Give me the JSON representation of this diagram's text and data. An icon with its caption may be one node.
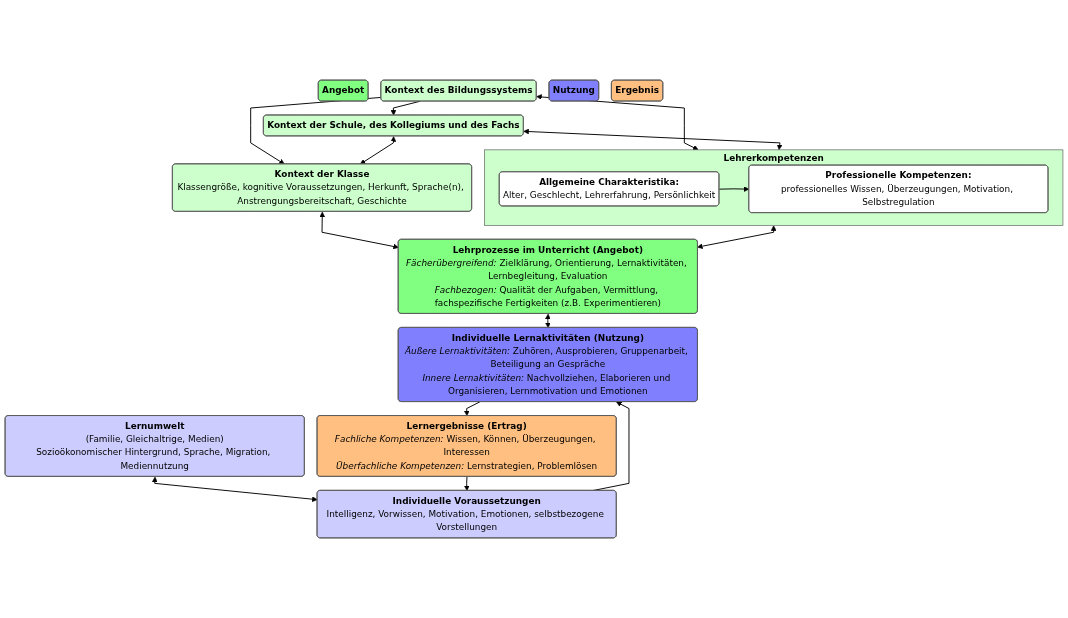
{
  "diagram": {
    "nodes": [
      {
        "text": [
          "Angebot"
        ]
      },
      {
        "text": [
          "Kontext des Bildungssystems"
        ]
      },
      {
        "text": [
          "Kontext der Schule, des Kollegiums und des Fachs"
        ]
      },
      {
        "text": [
          "Lehrerkompetenzen"
        ]
      },
      {
        "text": [
          "Allgemeine Charakteristika:",
          "Alter, Geschlecht, Lehrerfahrung, Persönlichkeit"
        ],
        "in": 3
      },
      {
        "text": [
          "Professionelle Kompetenzen:",
          "professionelles Wissen, Überzeugungen, Motivation, Selbstregulation"
        ],
        "in": 3
      },
      {
        "text": [
          "Kontext der Klasse",
          "Klassengröße, kognitive Voraussetzungen, Herkunft, Sprache(n), Anstrengungsbereitschaft, Geschichte"
        ]
      },
      {
        "text": [
          "Lehrprozesse im Unterricht (Angebot)",
          "*Fächerübergreifend:* Zielklärung, Orientierung, Lernaktivitäten, Lernbegleitung, Evaluation",
          "*Fachbezogen:* Qualität der Aufgaben, Vermittlung, fachspezifische Fertigkeiten (z.B. Experimentieren)"
        ]
      },
      {
        "text": [
          "Nutzung"
        ]
      },
      {
        "text": [
          "Lernumwelt",
          "(Familie, Gleichaltrige, Medien)",
          "Sozioökonomischer Hintergrund, Sprache, Migration, Mediennutzung"
        ]
      },
      {
        "text": [
          "Individuelle Voraussetzungen",
          "Intelligenz, Vorwissen, Motivation, Emotionen, selbstbezogene Vorstellungen"
        ]
      },
      {
        "text": [
          "Individuelle Lernaktivitäten (Nutzung)",
          "*Äußere Lernaktivitäten:* Zuhören, Ausprobieren, Gruppenarbeit, Beteiligung an Gespräche",
          "*Innere Lernaktivitäten:* Nachvollziehen, Elaborieren und Organisieren, Lernmotivation und Emotionen"
        ]
      },
      {
        "text": [
          "Ergebnis"
        ]
      },
      {
        "text": [
          "Lernergebnisse (Ertrag)",
          "*Fachliche Kompetenzen:* Wissen, Können, Überzeugungen, Interessen",
          "*Überfachliche Kompetenzen:* Lernstrategien, Problemlösen"
        ]
      }
    ],
    "edges": [
      {
        "from": 1,
        "to": 2,
        "arrow": "to"
      },
      {
        "from": 1,
        "to": 3,
        "arrow": "both"
      },
      {
        "from": 1,
        "to": 6,
        "arrow": "to"
      },
      {
        "from": 2,
        "to": 3,
        "arrow": "both"
      },
      {
        "from": 2,
        "to": 6,
        "arrow": "both"
      },
      {
        "from": 4,
        "to": 5,
        "arrow": "to"
      },
      {
        "from": 6,
        "to": 7,
        "arrow": "both"
      },
      {
        "from": 3,
        "to": 7,
        "arrow": "both"
      },
      {
        "from": 7,
        "to": 11,
        "arrow": "both"
      },
      {
        "from": 9,
        "to": 10,
        "arrow": "both"
      },
      {
        "from": 10,
        "to": 11,
        "arrow": "to"
      },
      {
        "from": 11,
        "to": 13,
        "arrow": "to"
      },
      {
        "from": 13,
        "to": 10,
        "arrow": "to"
      }
    ]
  }
}
